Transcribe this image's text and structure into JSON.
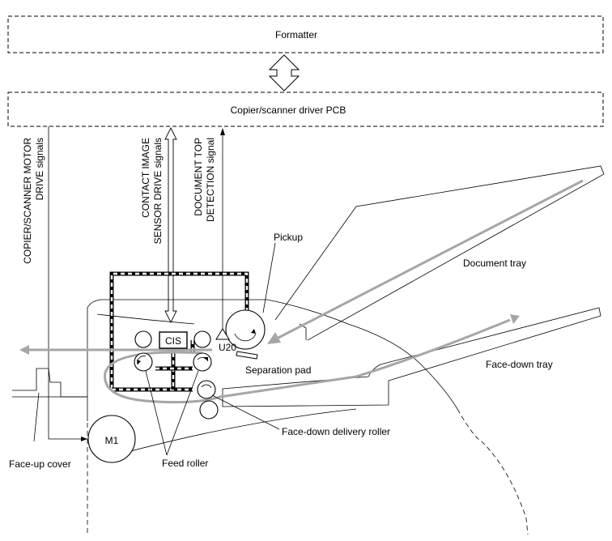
{
  "blocks": {
    "formatter": "Formatter",
    "driver_pcb": "Copier/scanner driver PCB"
  },
  "signals": {
    "motor_line1": "COPIER/SCANNER MOTOR",
    "motor_line2": "DRIVE signals",
    "cis_line1": "CONTACT IMAGE",
    "cis_line2": "SENSOR DRIVE signals",
    "doc_line1": "DOCUMENT TOP",
    "doc_line2": "DETECTION signal"
  },
  "components": {
    "cis": "CIS",
    "u20": "U20",
    "m1": "M1"
  },
  "labels": {
    "pickup": "Pickup",
    "document_tray": "Document tray",
    "face_down_tray": "Face-down tray",
    "separation_pad": "Separation pad",
    "face_down_delivery_roller": "Face-down delivery roller",
    "feed_roller": "Feed roller",
    "face_up_cover": "Face-up cover"
  }
}
